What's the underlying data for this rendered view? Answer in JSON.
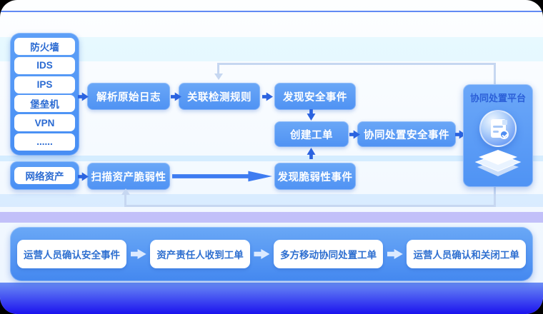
{
  "diagram": {
    "sources": {
      "items": [
        "防火墙",
        "IDS",
        "IPS",
        "堡垒机",
        "VPN",
        "......"
      ]
    },
    "assets": {
      "label": "网络资产"
    },
    "nodes": {
      "parse_logs": "解析原始日志",
      "correlate_rules": "关联检测规则",
      "find_security_events": "发现安全事件",
      "create_ticket": "创建工单",
      "collab_handle_security_events": "协同处置安全事件",
      "scan_asset_vulnerability": "扫描资产脆弱性",
      "find_vulnerability_events": "发现脆弱性事件"
    },
    "platform": {
      "title": "协同处置平台",
      "icon": "ticket-check-stack-icon"
    },
    "bottom_flow": [
      "运营人员确认安全事件",
      "资产责任人收到工单",
      "多方移动协同处置工单",
      "运营人员确认和关闭工单"
    ]
  },
  "colors": {
    "node_blue": "#5598f2",
    "container_blue": "#4f95f6",
    "pill_text_blue": "#2a6ad2",
    "connector_blue": "#2b63e0",
    "banner_blue": "#5b9df2",
    "feedback_line": "#c6d7f1",
    "glitch_purple": "#a39bf5",
    "glitch_bottom_blue": "#1b12ee"
  }
}
